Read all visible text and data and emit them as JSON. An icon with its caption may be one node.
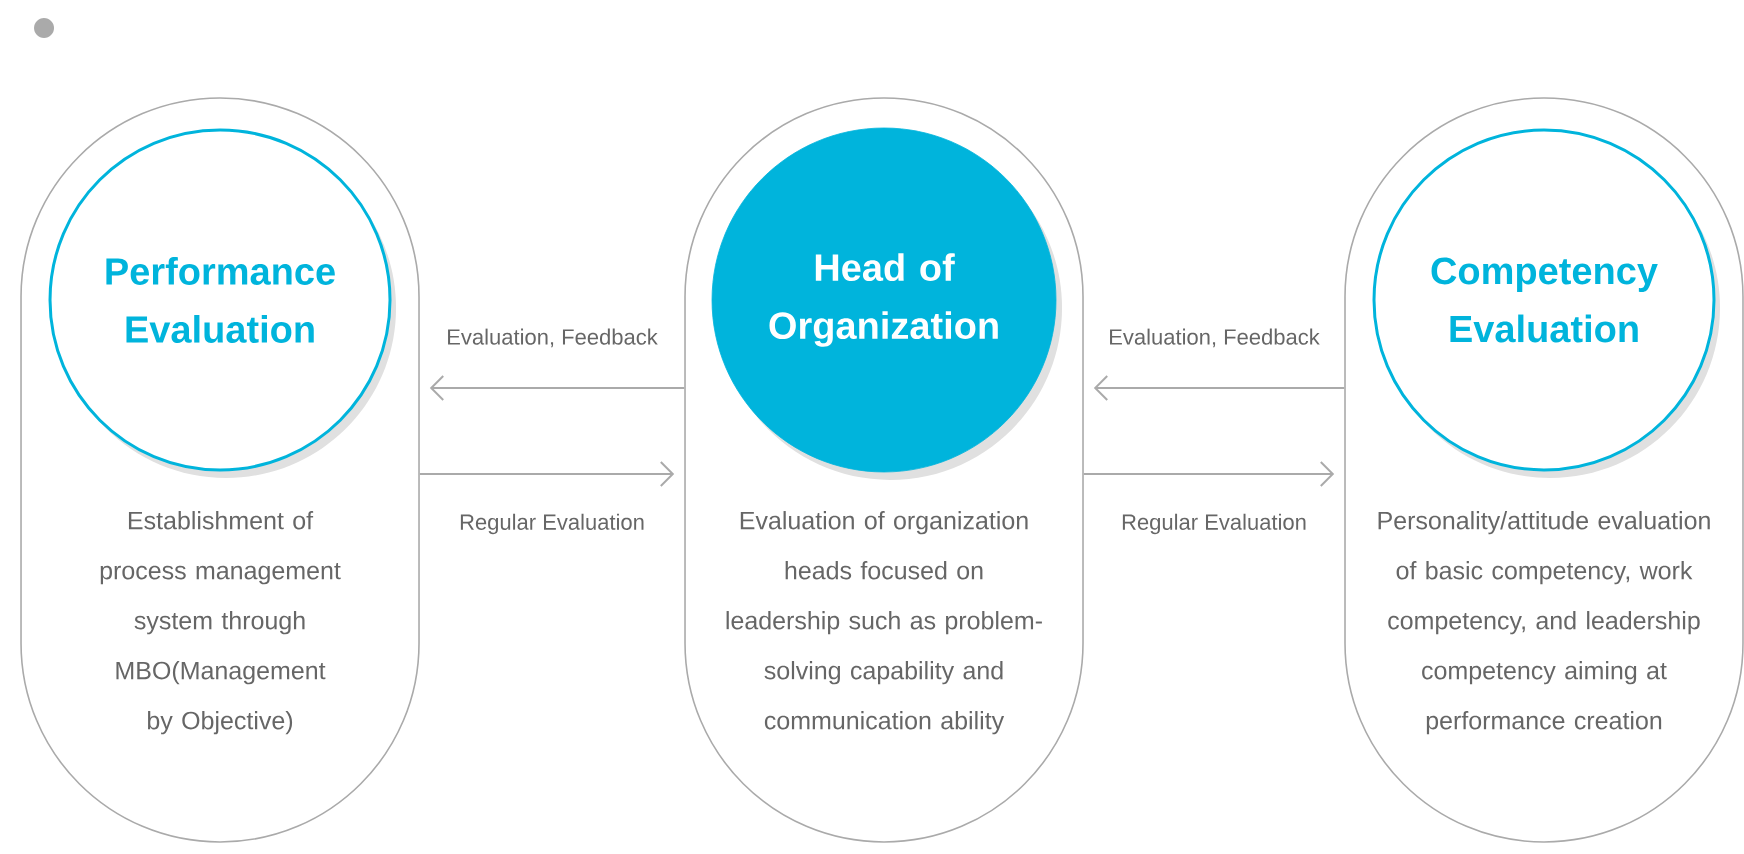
{
  "diagram": {
    "nodes": [
      {
        "text": [
          "Establishment of process management system through MBO(Management by Objective)"
        ]
      },
      {
        "text": [
          "Performance Evaluation"
        ],
        "in": 0
      },
      {
        "text": [
          "Evaluation of organization heads focused on leadership such as problem-solving capability and communication ability"
        ]
      },
      {
        "text": [
          "Head of Organization"
        ],
        "in": 2
      },
      {
        "text": [
          "Personality/attitude evaluation of basic competency, work competency, and leadership competency aiming at performance creation"
        ]
      },
      {
        "text": [
          "Competency Evaluation"
        ],
        "in": 4
      }
    ],
    "edges": [
      {
        "from": 2,
        "to": 0,
        "arrow": "to",
        "label": "Evaluation, Feedback"
      },
      {
        "from": 0,
        "to": 2,
        "arrow": "to",
        "label": "Regular Evaluation"
      },
      {
        "from": 4,
        "to": 2,
        "arrow": "to",
        "label": "Evaluation, Feedback"
      },
      {
        "from": 2,
        "to": 4,
        "arrow": "to",
        "label": "Regular Evaluation"
      }
    ]
  }
}
